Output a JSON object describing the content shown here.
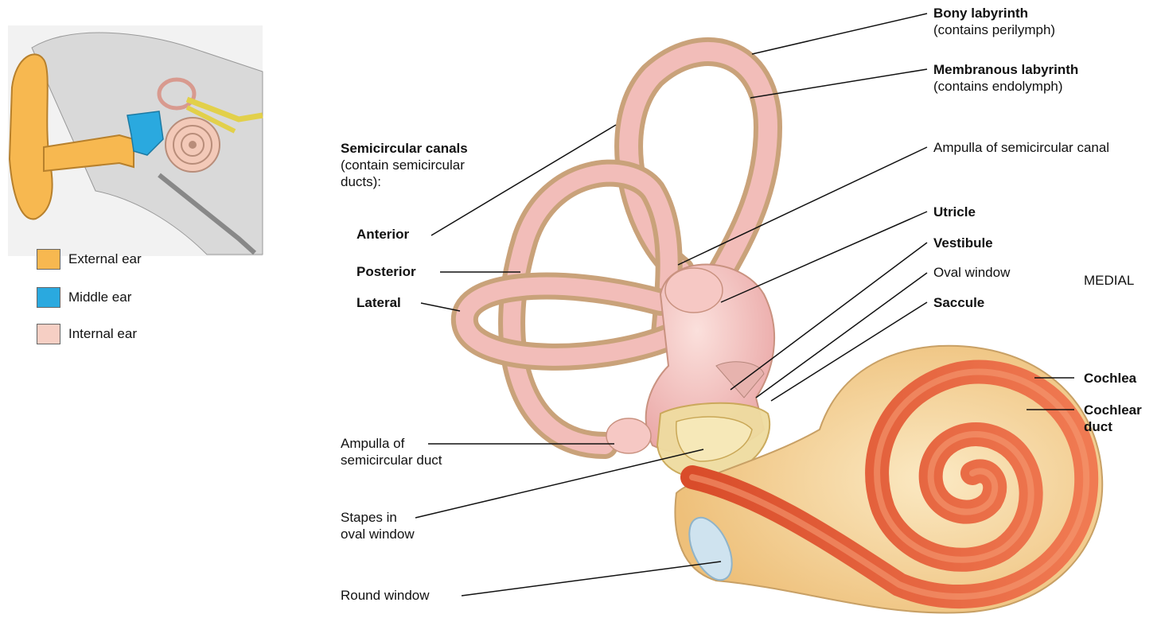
{
  "legend": [
    {
      "label": "External ear",
      "color": "#f7b850"
    },
    {
      "label": "Middle ear",
      "color": "#2aa9df"
    },
    {
      "label": "Internal ear",
      "color": "#f6cfc4"
    }
  ],
  "labels": {
    "semicircular_canals": "Semicircular canals",
    "semicircular_canals_sub1": "(contain semicircular",
    "semicircular_canals_sub2": "ducts):",
    "anterior": "Anterior",
    "posterior": "Posterior",
    "lateral": "Lateral",
    "ampulla_duct_1": "Ampulla of",
    "ampulla_duct_2": "semicircular duct",
    "stapes_1": "Stapes in",
    "stapes_2": "oval window",
    "round_window": "Round window",
    "bony_labyrinth": "Bony labyrinth",
    "bony_labyrinth_sub": "(contains perilymph)",
    "membranous_labyrinth": "Membranous labyrinth",
    "membranous_labyrinth_sub": "(contains endolymph)",
    "ampulla_canal": "Ampulla of semicircular canal",
    "utricle": "Utricle",
    "vestibule": "Vestibule",
    "oval_window": "Oval window",
    "saccule": "Saccule",
    "medial": "MEDIAL",
    "cochlea": "Cochlea",
    "cochlear_duct_1": "Cochlear",
    "cochlear_duct_2": "duct"
  },
  "colors": {
    "bone": "#e9c99b",
    "bone_edge": "#b8946a",
    "membrane": "#f3b9b8",
    "membrane_light": "#f8d3cf",
    "cochlear_duct": "#e8603b",
    "cochlea_shell": "#f4d28f"
  }
}
